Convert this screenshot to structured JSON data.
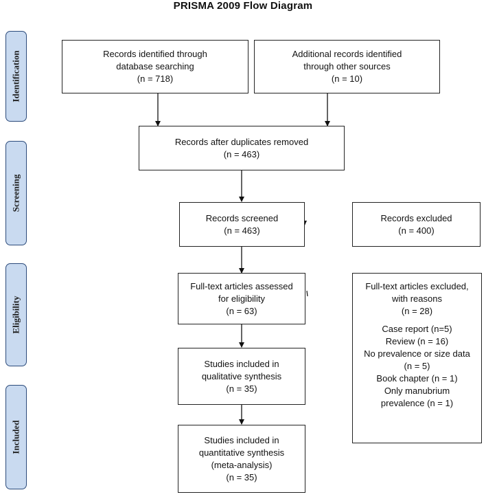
{
  "title": "PRISMA 2009 Flow Diagram",
  "stages": {
    "identification": "Identification",
    "screening": "Screening",
    "eligibility": "Eligibility",
    "included": "Included"
  },
  "boxes": {
    "database_records": {
      "lines": [
        "Records identified through",
        "database searching",
        "(n = 718)"
      ]
    },
    "other_records": {
      "lines": [
        "Additional records identified",
        "through other sources",
        "(n = 10)"
      ]
    },
    "after_duplicates": {
      "lines": [
        "Records after duplicates removed",
        "(n = 463)"
      ]
    },
    "screened": {
      "lines": [
        "Records screened",
        "(n = 463)"
      ]
    },
    "excluded": {
      "lines": [
        "Records excluded",
        "(n = 400)"
      ]
    },
    "fulltext_assessed": {
      "lines": [
        "Full-text articles assessed",
        "for eligibility",
        "(n = 63)"
      ]
    },
    "fulltext_excluded": {
      "header": [
        "Full-text articles excluded,",
        "with reasons",
        "(n = 28)"
      ],
      "reasons": [
        "Case report (n=5)",
        "Review (n = 16)",
        "No prevalence or size data",
        "(n = 5)",
        "Book chapter (n = 1)",
        "Only manubrium",
        "prevalence (n = 1)"
      ]
    },
    "qualitative": {
      "lines": [
        "Studies included in",
        "qualitative synthesis",
        "(n = 35)"
      ]
    },
    "quantitative": {
      "lines": [
        "Studies included in",
        "quantitative synthesis",
        "(meta-analysis)",
        "(n = 35)"
      ]
    }
  }
}
